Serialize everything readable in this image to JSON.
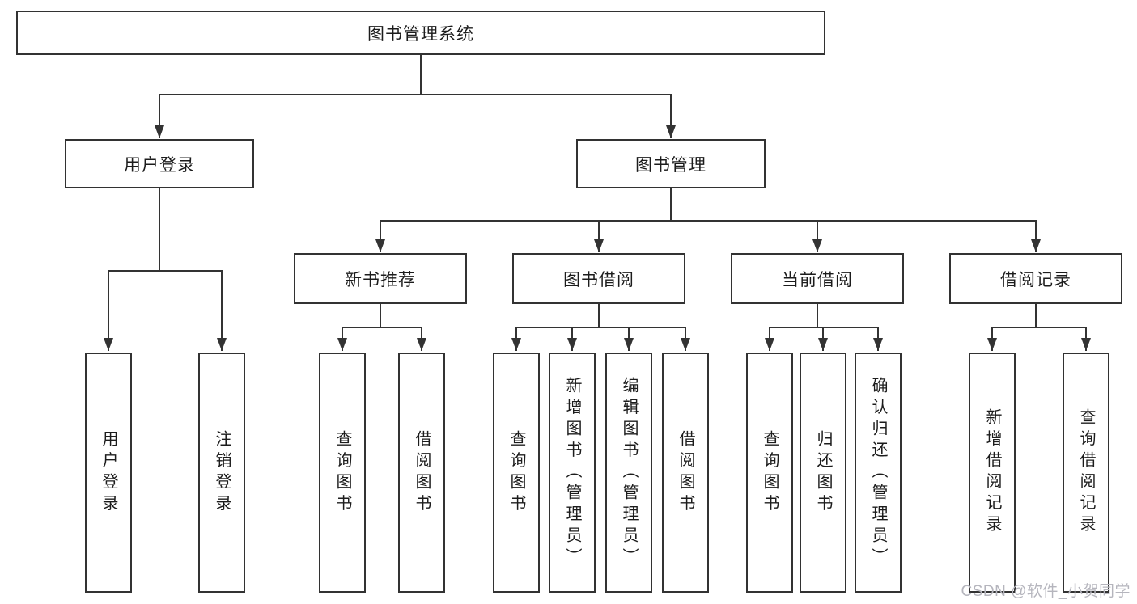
{
  "diagram": {
    "root": {
      "label": "图书管理系统"
    },
    "branches": [
      {
        "label": "用户登录",
        "children": [
          "用户登录",
          "注销登录"
        ]
      },
      {
        "label": "图书管理",
        "groups": [
          {
            "label": "新书推荐",
            "children": [
              "查询图书",
              "借阅图书"
            ]
          },
          {
            "label": "图书借阅",
            "children": [
              "查询图书",
              "新增图书（管理员）",
              "编辑图书（管理员）",
              "借阅图书"
            ]
          },
          {
            "label": "当前借阅",
            "children": [
              "查询图书",
              "归还图书",
              "确认归还（管理员）"
            ]
          },
          {
            "label": "借阅记录",
            "children": [
              "新增借阅记录",
              "查询借阅记录"
            ]
          }
        ]
      }
    ]
  },
  "watermark": "CSDN @软件_小贺同学",
  "colors": {
    "line": "#333333",
    "box_border": "#323232",
    "text": "#1c1c1c",
    "watermark": "#b5b5bd",
    "background": "#ffffff"
  }
}
